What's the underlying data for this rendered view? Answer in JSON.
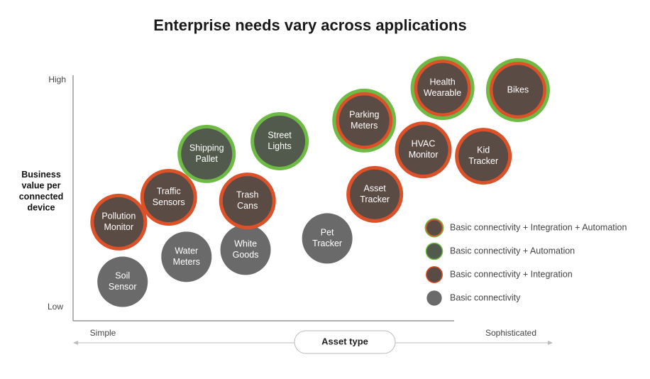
{
  "chart_data": {
    "type": "scatter",
    "title": "Enterprise needs vary across applications",
    "xlabel": "Asset type",
    "x_ticks": [
      "Simple",
      "Sophisticated"
    ],
    "ylabel": "Business value per connected device",
    "y_ticks": [
      "High",
      "Low"
    ],
    "xlim": [
      0,
      100
    ],
    "ylim": [
      0,
      100
    ],
    "grid": false,
    "legend_position": "right",
    "categories": [
      {
        "key": "both",
        "label": "Basic connectivity + Integration + Automation"
      },
      {
        "key": "auto",
        "label": "Basic connectivity + Automation"
      },
      {
        "key": "integ",
        "label": "Basic connectivity + Integration"
      },
      {
        "key": "basic",
        "label": "Basic connectivity"
      }
    ],
    "colors": {
      "green": "#6dbb45",
      "orange": "#dd5128",
      "brown_fill": "#5b4b45",
      "green_fill": "#525a4d",
      "gray_fill": "#6a6a6a"
    },
    "points": [
      {
        "label": [
          "Soil",
          "Sensor"
        ],
        "x": 10.3,
        "y": 10.3,
        "category": "basic"
      },
      {
        "label": [
          "Water",
          "Meters"
        ],
        "x": 23.6,
        "y": 21.3,
        "category": "basic"
      },
      {
        "label": [
          "White",
          "Goods"
        ],
        "x": 35.9,
        "y": 24.4,
        "category": "basic"
      },
      {
        "label": [
          "Pet",
          "Tracker"
        ],
        "x": 52.9,
        "y": 29.4,
        "category": "basic"
      },
      {
        "label": [
          "Pollution",
          "Monitor"
        ],
        "x": 9.5,
        "y": 36.6,
        "category": "integ"
      },
      {
        "label": [
          "Traffic",
          "Sensors"
        ],
        "x": 19.9,
        "y": 47.5,
        "category": "integ"
      },
      {
        "label": [
          "Trash",
          "Cans"
        ],
        "x": 36.3,
        "y": 45.9,
        "category": "integ"
      },
      {
        "label": [
          "Asset",
          "Tracker"
        ],
        "x": 62.8,
        "y": 48.8,
        "category": "integ"
      },
      {
        "label": [
          "HVAC",
          "Monitor"
        ],
        "x": 72.9,
        "y": 68.4,
        "category": "integ"
      },
      {
        "label": [
          "Kid",
          "Tracker"
        ],
        "x": 85.4,
        "y": 65.6,
        "category": "integ"
      },
      {
        "label": [
          "Shipping",
          "Pallet"
        ],
        "x": 27.8,
        "y": 66.6,
        "category": "auto"
      },
      {
        "label": [
          "Street",
          "Lights"
        ],
        "x": 43.0,
        "y": 72.2,
        "category": "auto"
      },
      {
        "label": [
          "Parking",
          "Meters"
        ],
        "x": 60.6,
        "y": 81.3,
        "category": "both"
      },
      {
        "label": [
          "Health",
          "Wearable"
        ],
        "x": 76.9,
        "y": 95.6,
        "category": "both"
      },
      {
        "label": [
          "Bikes"
        ],
        "x": 92.6,
        "y": 94.7,
        "category": "both"
      }
    ]
  }
}
